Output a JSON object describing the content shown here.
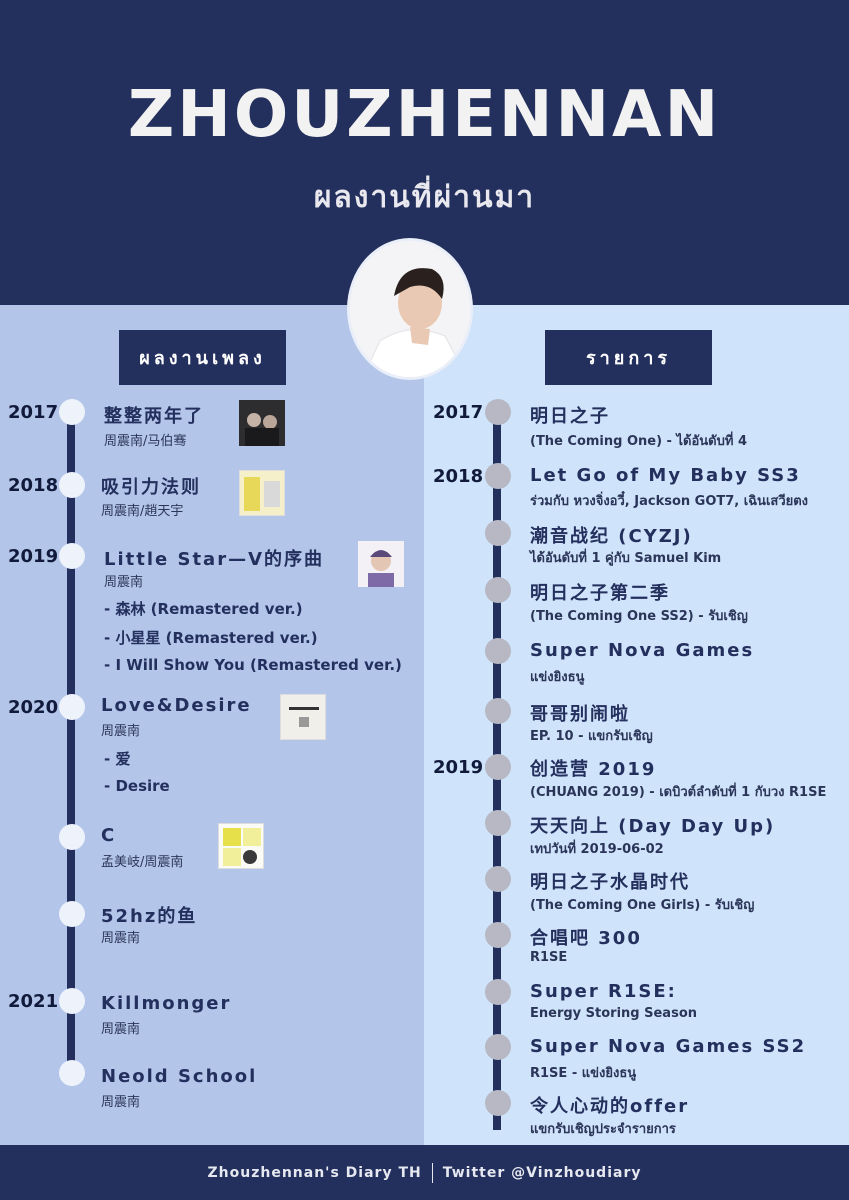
{
  "header": {
    "title": "ZHOUZHENNAN",
    "subtitle": "ผลงานที่ผ่านมา"
  },
  "sections": {
    "music_label": "ผลงานเพลง",
    "shows_label": "รายการ"
  },
  "music": {
    "y2017": "2017",
    "y2018": "2018",
    "y2019": "2019",
    "y2020": "2020",
    "y2021": "2021",
    "items": [
      {
        "title": "整整两年了",
        "credit": "周震南/马伯骞"
      },
      {
        "title": "吸引力法则",
        "credit": "周震南/趙天宇"
      },
      {
        "title": "Little Star—V的序曲",
        "credit": "周震南",
        "tracks": [
          "- 森林 (Remastered ver.)",
          "- 小星星 (Remastered ver.)",
          "- I Will Show You (Remastered ver.)"
        ]
      },
      {
        "title": "Love&Desire",
        "credit": "周震南",
        "tracks": [
          "- 爱",
          "- Desire"
        ]
      },
      {
        "title": "C",
        "credit": "孟美岐/周震南"
      },
      {
        "title": "52hz的鱼",
        "credit": "周震南"
      },
      {
        "title": "Killmonger",
        "credit": "周震南"
      },
      {
        "title": "Neold School",
        "credit": "周震南"
      }
    ]
  },
  "shows": {
    "y2017": "2017",
    "y2018": "2018",
    "y2019": "2019",
    "items": [
      {
        "title": "明日之子",
        "note": "(The Coming One) - ได้อันดับที่ 4"
      },
      {
        "title": "Let Go of My Baby SS3",
        "note": "ร่วมกับ หวงจิ่งอวี๋, Jackson GOT7, เฉินเสวียตง"
      },
      {
        "title": "潮音战纪 (CYZJ)",
        "note": "ได้อันดับที่ 1 คู่กับ Samuel Kim"
      },
      {
        "title": "明日之子第二季",
        "note": "(The Coming One SS2) - รับเชิญ"
      },
      {
        "title": "Super Nova Games",
        "note": "แข่งยิงธนู"
      },
      {
        "title": "哥哥别闹啦",
        "note": "EP. 10 - แขกรับเชิญ"
      },
      {
        "title": "创造营 2019",
        "note": "(CHUANG 2019) - เดบิวต์ลำดับที่ 1 กับวง R1SE"
      },
      {
        "title": "天天向上 (Day Day Up)",
        "note": "เทปวันที่ 2019-06-02"
      },
      {
        "title": "明日之子水晶时代",
        "note": "(The Coming One Girls) - รับเชิญ"
      },
      {
        "title": "合唱吧 300",
        "note": "R1SE"
      },
      {
        "title": "Super R1SE:",
        "note": "Energy Storing Season"
      },
      {
        "title": "Super Nova Games SS2",
        "note": "R1SE - แข่งยิงธนู"
      },
      {
        "title": "令人心动的offer",
        "note": "แขกรับเชิญประจำรายการ"
      }
    ]
  },
  "footer": {
    "left": "Zhouzhennan's Diary TH",
    "right": "Twitter @Vinzhoudiary"
  }
}
